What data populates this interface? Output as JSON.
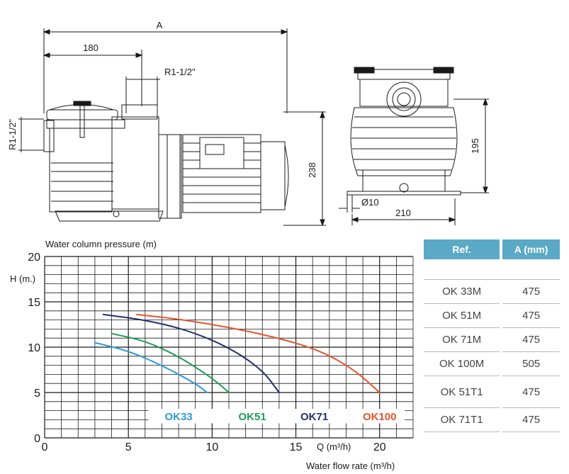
{
  "dimensions": {
    "a_label": "A",
    "d180_label": "180",
    "r_top_label": "R1-1/2\"",
    "r_side_label": "R1-1/2\"",
    "h238_label": "238",
    "h195_label": "195",
    "d10_label": "Ø10",
    "w210_label": "210"
  },
  "chart_data": {
    "type": "line",
    "title": "Water column pressure (m)",
    "ylabel": "H (m.)",
    "xlabel_inline": "Q (m³/h)",
    "xlabel": "Water flow rate (m³/h)",
    "xlim": [
      0,
      22
    ],
    "ylim": [
      0,
      20
    ],
    "x_ticks": [
      0,
      5,
      10,
      15,
      20
    ],
    "y_ticks": [
      0,
      5,
      10,
      15,
      20
    ],
    "grid": true,
    "legend": "bottom-inside",
    "series": [
      {
        "name": "OK33",
        "color": "#2d9bd7",
        "points": [
          [
            3,
            10.5
          ],
          [
            5,
            9.6
          ],
          [
            7,
            8.0
          ],
          [
            9,
            6.0
          ],
          [
            9.7,
            5.0
          ]
        ]
      },
      {
        "name": "OK51",
        "color": "#1f9b5a",
        "points": [
          [
            4,
            11.5
          ],
          [
            6,
            10.7
          ],
          [
            8,
            9.0
          ],
          [
            10,
            6.6
          ],
          [
            11,
            5.0
          ]
        ]
      },
      {
        "name": "OK71",
        "color": "#23306b",
        "points": [
          [
            3.5,
            13.6
          ],
          [
            6,
            13.0
          ],
          [
            8.5,
            11.9
          ],
          [
            11,
            10.0
          ],
          [
            13,
            7.5
          ],
          [
            14,
            5.0
          ]
        ]
      },
      {
        "name": "OK100",
        "color": "#e2562f",
        "points": [
          [
            5.5,
            13.6
          ],
          [
            8,
            13.1
          ],
          [
            11,
            12.2
          ],
          [
            14,
            11.0
          ],
          [
            16.5,
            9.6
          ],
          [
            18.5,
            7.5
          ],
          [
            20,
            5.0
          ]
        ]
      }
    ]
  },
  "table": {
    "headers": [
      "Ref.",
      "A (mm)"
    ],
    "rows": [
      [
        "OK 33M",
        "475"
      ],
      [
        "OK 51M",
        "475"
      ],
      [
        "OK 71M",
        "475"
      ],
      [
        "OK 100M",
        "505"
      ],
      [
        "OK 51T1",
        "475"
      ],
      [
        "OK 71T1",
        "475"
      ]
    ]
  }
}
